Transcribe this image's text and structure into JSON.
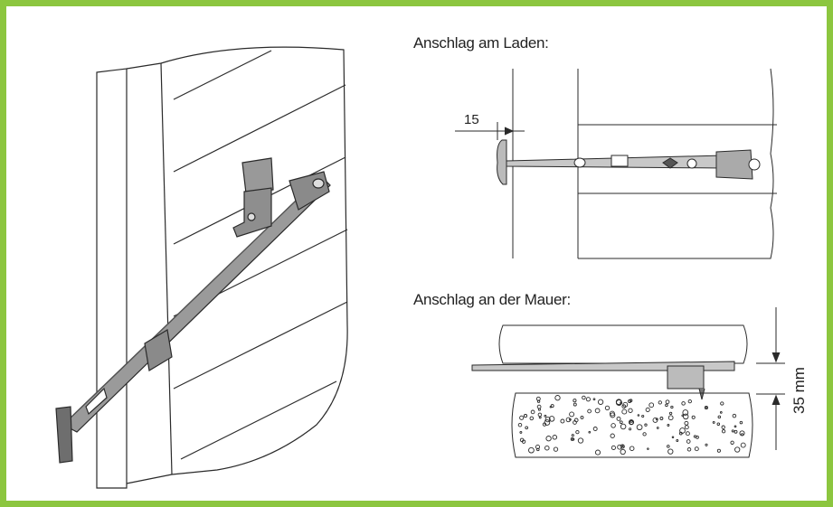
{
  "labels": {
    "shutter_stop": "Anschlag am Laden:",
    "wall_stop": "Anschlag an der Mauer:",
    "dimension_15": "15",
    "dimension_35mm": "35 mm"
  },
  "colors": {
    "border": "#8cc63f",
    "line": "#2a2a2a",
    "metal": "#9a9a9a",
    "metal_dark": "#6e6e6e"
  }
}
